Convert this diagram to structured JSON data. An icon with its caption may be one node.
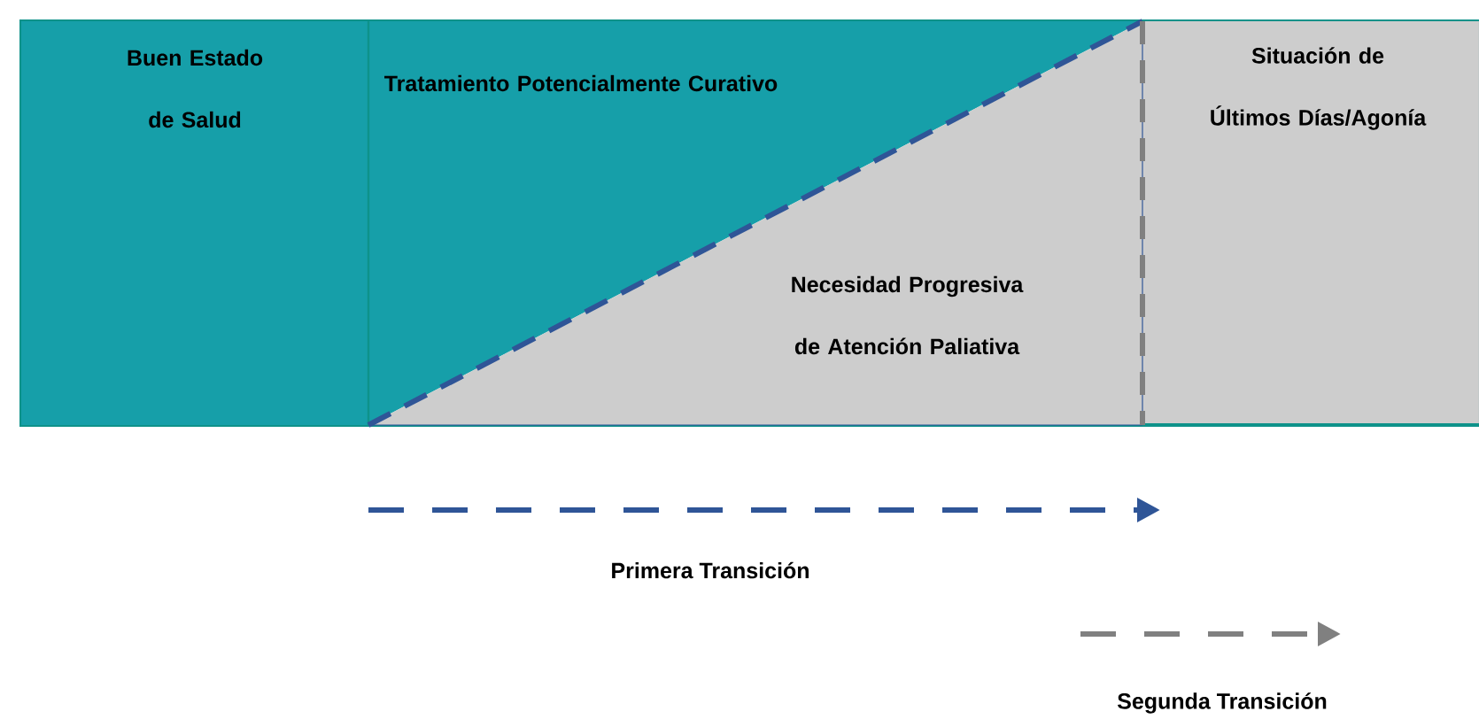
{
  "diagram": {
    "nodes": [
      {
        "text": [
          "Buen Estado de Salud"
        ]
      },
      {
        "text": [
          "Tratamiento Potencialmente Curativo"
        ]
      },
      {
        "text": [
          "Necesidad Progresiva de Atención Paliativa"
        ]
      },
      {
        "text": [
          "Situación de Últimos Días/Agonía"
        ]
      }
    ],
    "legend": [
      {
        "text": "Primera Transición"
      },
      {
        "text": "Segunda Transición"
      }
    ]
  }
}
